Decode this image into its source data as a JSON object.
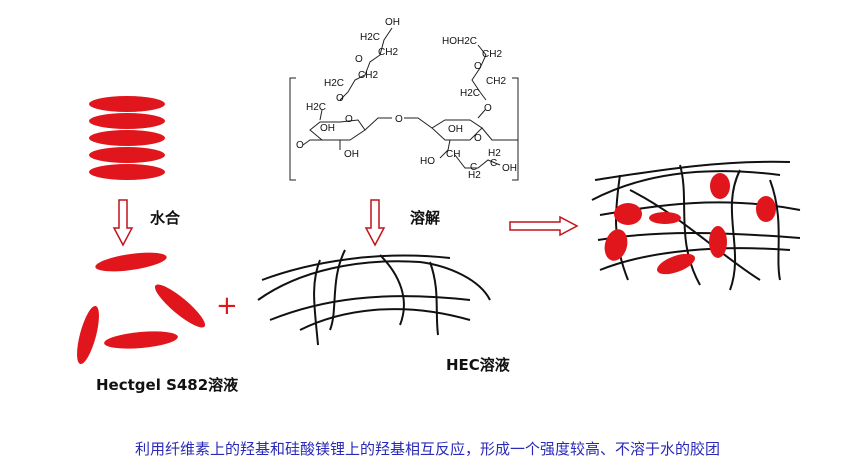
{
  "labels": {
    "hydration": "水合",
    "dissolve": "溶解",
    "plus": "+",
    "hec_solution": "HEC溶液",
    "hectgel_solution": "Hectgel S482溶液"
  },
  "caption": "利用纤维素上的羟基和硅酸镁锂上的羟基相互反应，形成一个强度较高、不溶于水的胶团",
  "structure_labels": [
    "OH",
    "H2C",
    "CH2",
    "O",
    "H2C",
    "CH2",
    "O",
    "H2C",
    "OH",
    "O",
    "O",
    "OH",
    "O",
    "HOH2C",
    "CH2",
    "O",
    "CH2",
    "H2C",
    "O",
    "OH",
    "O",
    "HO",
    "CH",
    "H2",
    "C",
    "OH",
    "H2",
    "C"
  ],
  "colors": {
    "particle": "#e0161c",
    "arrow": "#c0141a",
    "caption": "#2a2ab8"
  }
}
